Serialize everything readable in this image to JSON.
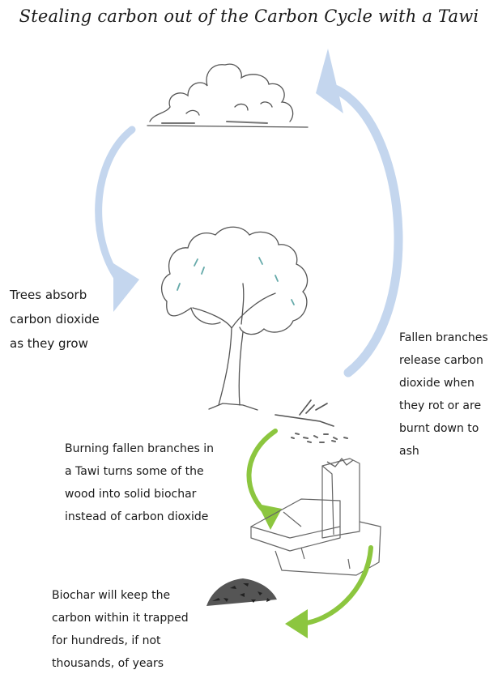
{
  "title": "Stealing carbon out of the Carbon Cycle with a Tawi",
  "labels": {
    "trees": [
      "Trees absorb",
      "carbon dioxide",
      "as they grow"
    ],
    "fallen": [
      "Fallen branches",
      "release carbon",
      "dioxide when",
      "they rot or are",
      "burnt down to",
      "ash"
    ],
    "burning": [
      "Burning fallen branches in",
      "a Tawi turns some of the",
      "wood into solid biochar",
      "instead of carbon dioxide"
    ],
    "biochar": [
      "Biochar will keep the",
      "carbon within it trapped",
      "for hundreds, if not",
      "thousands, of years"
    ]
  },
  "colors": {
    "blue_arrow": "#c4d6ee",
    "green_arrow": "#8cc63f",
    "sketch": "#555555"
  },
  "icons": [
    "cloud-icon",
    "tree-icon",
    "fallen-branch-icon",
    "tawi-stove-icon",
    "biochar-pile-icon"
  ]
}
